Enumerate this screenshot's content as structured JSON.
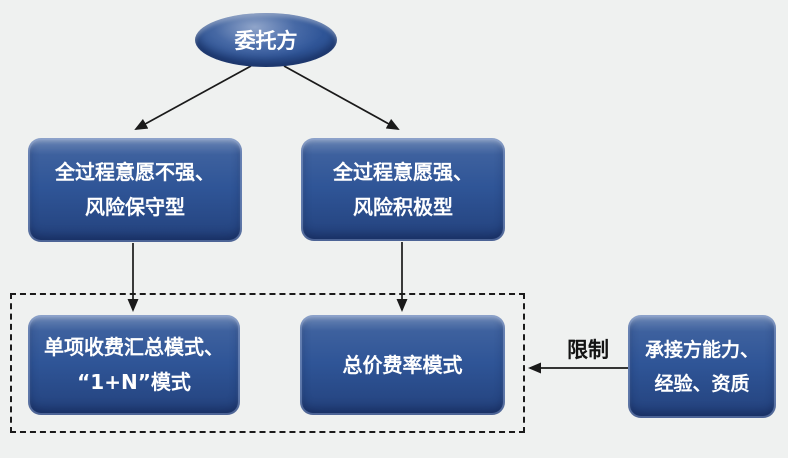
{
  "colors": {
    "background": "#EFF1F0",
    "node_fill": "#2F5597",
    "node_highlight": "#5B80C2",
    "node_shadow": "#1F3E74",
    "node_text": "#FFFFFF",
    "line": "#1A1A1A"
  },
  "nodes": {
    "client": {
      "label": "委托方"
    },
    "top_left": {
      "line1": "全过程意愿不强、",
      "line2": "风险保守型"
    },
    "top_right": {
      "line1": "全过程意愿强、",
      "line2": "风险积极型"
    },
    "bottom_left": {
      "line1": "单项收费汇总模式、",
      "line2": "“1+N”模式"
    },
    "bottom_mid": {
      "line1": "总价费率模式"
    },
    "side_right": {
      "line1": "承接方能力、",
      "line2": "经验、资质"
    }
  },
  "labels": {
    "constraint": "限制"
  }
}
